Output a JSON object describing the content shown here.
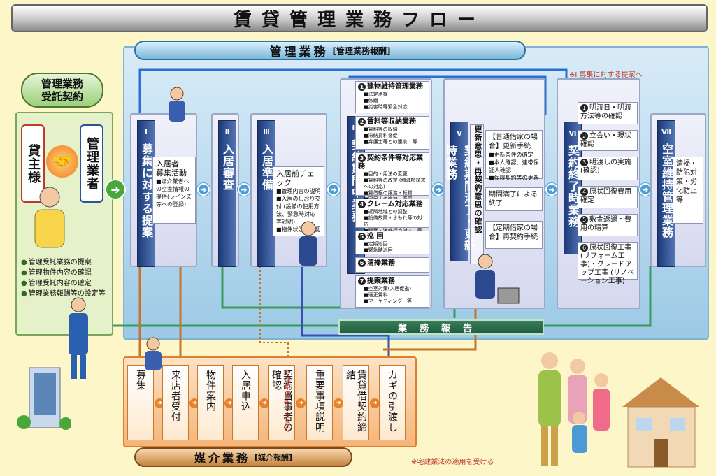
{
  "title": "賃貸管理業務フロー",
  "kanri_header": {
    "main": "管理業務",
    "sub": "[管理業務報酬]"
  },
  "note_teian": "※Ⅰ 募集に対する提案へ",
  "left": {
    "head_line1": "管理業務",
    "head_line2": "受託契約",
    "role_owner": "貸主様",
    "role_manager": "管理業者",
    "bullets": [
      "管理受託業務の提案",
      "管理物件内容の確認",
      "管理受託内容の確定",
      "管理業務報酬等の設定等"
    ]
  },
  "steps": {
    "s1": {
      "num": "Ⅰ",
      "label": "募集に対する提案",
      "card_title": "入居者\n募集活動",
      "card_sub": "■媒介業者への空室情報の提供(レインズ等への登録)"
    },
    "s2": {
      "num": "Ⅱ",
      "label": "入居審査"
    },
    "s3": {
      "num": "Ⅲ",
      "label": "入居準備",
      "card_title": "入居前チェック",
      "card_items": [
        "■管理内容の説明",
        "■入居のしおり交付 (設備の使用方法、緊急時対応 等説明)",
        "■物件状況の確認"
      ]
    },
    "s4": {
      "num": "Ⅳ",
      "label": "契約期間中業務"
    },
    "s5": {
      "num": "Ⅴ",
      "label": "契約期間満了・更新時業務",
      "side_label": "更新意思・再契約意思の確認"
    },
    "s6": {
      "num": "Ⅵ",
      "label": "契約終了時業務"
    },
    "s7": {
      "num": "Ⅶ",
      "label": "空室維持管理業務",
      "card": "清掃・防犯対策・劣化防止等"
    }
  },
  "s4_tasks": [
    {
      "n": "1",
      "h": "建物維持管理業務",
      "subs": [
        "■法定点検",
        "■修繕",
        "■災害時等緊急対応"
      ]
    },
    {
      "n": "2",
      "h": "賃料等収納業務",
      "subs": [
        "■賃料等の収納",
        "■滞納賃料督促",
        "■弁護士等との連携　等"
      ]
    },
    {
      "n": "3",
      "h": "契約条件等対応業務",
      "subs": [
        "■目的・用法の変更",
        "■賃料等の改定 (増減額請求への対応)",
        "■賃借権の譲渡・転貸",
        "■同居人の追加・変更",
        "■中途解約対応　等"
      ]
    },
    {
      "n": "4",
      "h": "クレーム対応業務",
      "subs": [
        "■近隣地域との調整",
        "■設備故障・水もれ等の対応",
        "■騒音・迷惑行為対応　等"
      ]
    },
    {
      "n": "5",
      "h": "巡 回",
      "subs": [
        "■定期巡回",
        "■緊急時巡回"
      ]
    },
    {
      "n": "6",
      "h": "清掃業務",
      "subs": []
    },
    {
      "n": "7",
      "h": "提案業務",
      "subs": [
        "■空室対策(入居促進)",
        "■適正賃料",
        "■マーケティング　等"
      ]
    }
  ],
  "s5_cards": [
    {
      "h": "【普通借家の場合】更新手続",
      "subs": [
        "■更新条件の確定",
        "■本人確認、連帯保証人確認",
        "■保険契約等の更新"
      ]
    },
    {
      "h": "期間満了による終了",
      "subs": []
    },
    {
      "h": "【定期借家の場合】再契約手続",
      "subs": []
    }
  ],
  "s6_cards": [
    {
      "n": "1",
      "t": "明渡日・明渡方法等の確認"
    },
    {
      "n": "2",
      "t": "立会い・現状確認"
    },
    {
      "n": "3",
      "t": "明渡しの実施(確認)"
    },
    {
      "n": "4",
      "t": "原状回復費用確定"
    },
    {
      "n": "5",
      "t": "敷金返還・費用の精算"
    },
    {
      "n": "6",
      "t": "原状回復工事 (リフォーム工事)・グレードアップ工事 (リノベーション工事)"
    }
  ],
  "gyomu_hokoku": "業務報告",
  "baikai": {
    "main": "媒介業務",
    "sub": "[媒介報酬]",
    "note": "※宅建業法の適用を受ける",
    "steps": [
      "募集",
      "来店者受付",
      "物件案内",
      "入居申込",
      "契約当事者の確認",
      "重要事項説明",
      "賃貸借契約締結",
      "カギの引渡し"
    ],
    "guarantor_note": "※連帯保証人を含む"
  },
  "arrow_glyph": "➜",
  "colors": {
    "step_head": "#1b3a79",
    "kanri_bg": "#9cc9e6",
    "baikai_bg": "#f5b57a",
    "report_bar": "#1f5d3e"
  }
}
